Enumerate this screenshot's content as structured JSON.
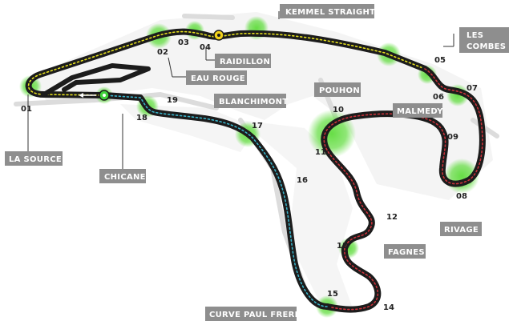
{
  "map": {
    "corner_numbers": [
      "01",
      "02",
      "03",
      "04",
      "05",
      "06",
      "07",
      "08",
      "09",
      "10",
      "11",
      "12",
      "13",
      "14",
      "15",
      "16",
      "17",
      "18",
      "19"
    ],
    "labels": {
      "kemmel_straight": "KEMMEL STRAIGHT",
      "les_combes_line1": "LES",
      "les_combes_line2": "COMBES",
      "raidillon": "RAIDILLON",
      "eau_rouge": "EAU ROUGE",
      "pouhon": "POUHON",
      "malmedy": "MALMEDY",
      "blanchimont": "BLANCHIMONT",
      "la_source": "LA SOURCE",
      "chicane": "CHICANE",
      "rivage": "RIVAGE",
      "fagnes": "FAGNES",
      "curve_paul_frere": "CURVE PAUL FRERE"
    },
    "colors": {
      "track": "#1c1c1c",
      "sector1": "#e5e01e",
      "sector2": "#c9323a",
      "sector3": "#3ab3c9",
      "corner_glow": "#5fdc3c",
      "label_box": "#8e8e8e",
      "start_marker": "#3fd23a",
      "speed_trap_marker": "#f2d21b"
    },
    "icons": [
      "start-finish-marker-icon",
      "speed-trap-marker-icon",
      "direction-arrow-icon"
    ]
  }
}
